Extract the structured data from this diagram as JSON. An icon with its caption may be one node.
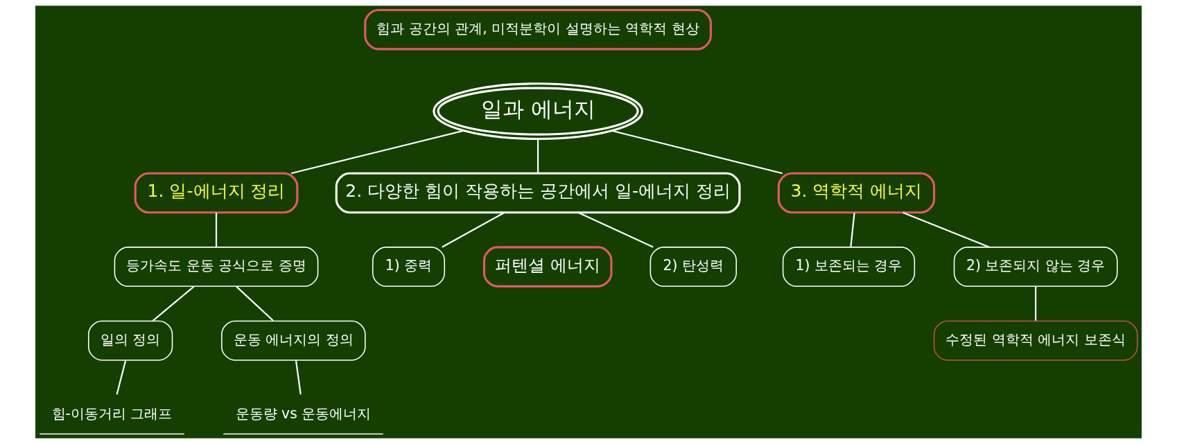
{
  "diagram": {
    "nodes": [
      {
        "text": [
          "힘과 공간의 관계, 미적분학이 설명하는 역학적 현상"
        ]
      },
      {
        "text": [
          "일과 에너지"
        ]
      },
      {
        "text": [
          "1. 일-에너지 정리"
        ]
      },
      {
        "text": [
          "등가속도 운동 공식으로 증명"
        ]
      },
      {
        "text": [
          "일의 정의"
        ]
      },
      {
        "text": [
          "힘-이동거리 그래프"
        ]
      },
      {
        "text": [
          "운동 에너지의 정의"
        ]
      },
      {
        "text": [
          "운동량 vs 운동에너지"
        ]
      },
      {
        "text": [
          "2. 다양한 힘이 작용하는 공간에서 일-에너지 정리"
        ]
      },
      {
        "text": [
          "1) 중력"
        ]
      },
      {
        "text": [
          "퍼텐셜 에너지"
        ]
      },
      {
        "text": [
          "2) 탄성력"
        ]
      },
      {
        "text": [
          "3. 역학적 에너지"
        ]
      },
      {
        "text": [
          "1) 보존되는 경우"
        ]
      },
      {
        "text": [
          "2) 보존되지 않는 경우"
        ]
      },
      {
        "text": [
          "수정된 역학적 에너지 보존식"
        ]
      }
    ],
    "edges": [
      {
        "from": 1,
        "to": 2,
        "arrow": "none"
      },
      {
        "from": 1,
        "to": 8,
        "arrow": "none"
      },
      {
        "from": 1,
        "to": 12,
        "arrow": "none"
      },
      {
        "from": 2,
        "to": 3,
        "arrow": "none"
      },
      {
        "from": 3,
        "to": 4,
        "arrow": "none"
      },
      {
        "from": 3,
        "to": 6,
        "arrow": "none"
      },
      {
        "from": 4,
        "to": 5,
        "arrow": "none"
      },
      {
        "from": 6,
        "to": 7,
        "arrow": "none"
      },
      {
        "from": 8,
        "to": 9,
        "arrow": "none"
      },
      {
        "from": 8,
        "to": 11,
        "arrow": "none"
      },
      {
        "from": 12,
        "to": 13,
        "arrow": "none"
      },
      {
        "from": 12,
        "to": 14,
        "arrow": "none"
      },
      {
        "from": 14,
        "to": 15,
        "arrow": "none"
      }
    ]
  }
}
